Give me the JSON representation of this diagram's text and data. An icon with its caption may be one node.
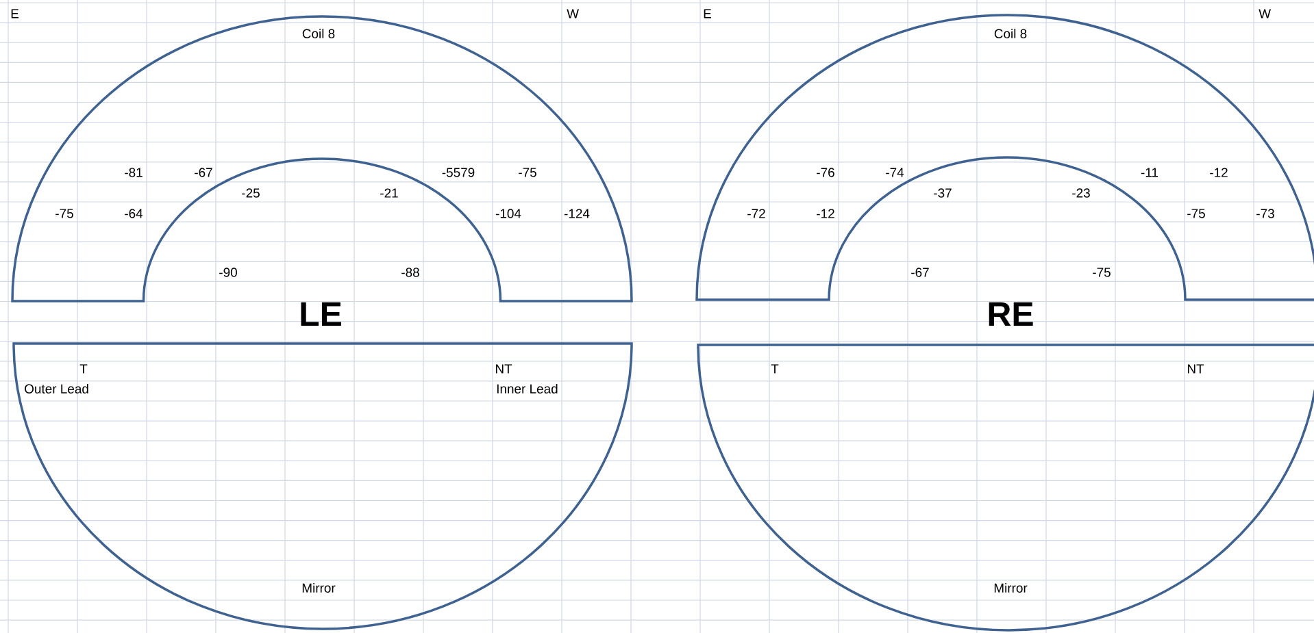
{
  "diagram": {
    "nodes": [
      {
        "text": [
          "Coil 8"
        ]
      },
      {
        "text": [
          "Coil 8"
        ]
      },
      {
        "text": [
          "Mirror"
        ]
      },
      {
        "text": [
          "Mirror"
        ]
      }
    ],
    "labels": [
      "E",
      "W",
      "E",
      "W",
      "-81",
      "-67",
      "-5579",
      "-75",
      "-76",
      "-74",
      "-11",
      "-12",
      "-25",
      "-21",
      "-37",
      "-23",
      "-75",
      "-64",
      "-104",
      "-124",
      "-72",
      "-12",
      "-75",
      "-73",
      "-90",
      "-88",
      "-67",
      "-75",
      "LE",
      "RE",
      "T",
      "NT",
      "T",
      "NT",
      "Outer Lead",
      "Inner Lead"
    ]
  }
}
